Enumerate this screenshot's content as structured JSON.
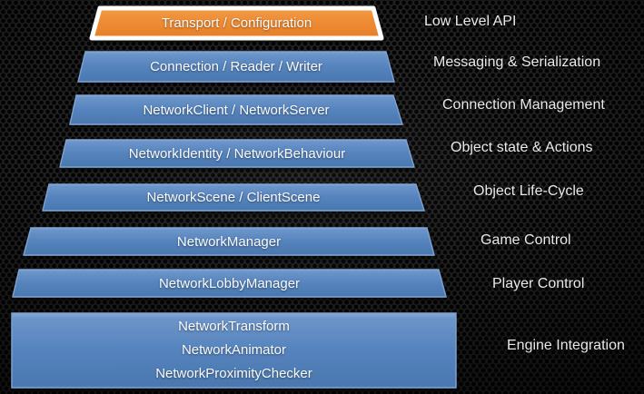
{
  "diagram": {
    "description": "Layered networking API stack pyramid",
    "layers": [
      {
        "id": "transport",
        "label": "Transport / Configuration",
        "annotation": "Low Level API",
        "accent": "orange"
      },
      {
        "id": "connection",
        "label": "Connection / Reader / Writer",
        "annotation": "Messaging & Serialization",
        "accent": "blue"
      },
      {
        "id": "client-server",
        "label": "NetworkClient / NetworkServer",
        "annotation": "Connection Management",
        "accent": "blue"
      },
      {
        "id": "identity-behaviour",
        "label": "NetworkIdentity / NetworkBehaviour",
        "annotation": "Object state & Actions",
        "accent": "blue"
      },
      {
        "id": "scene",
        "label": "NetworkScene / ClientScene",
        "annotation": "Object Life-Cycle",
        "accent": "blue"
      },
      {
        "id": "manager",
        "label": "NetworkManager",
        "annotation": "Game Control",
        "accent": "blue"
      },
      {
        "id": "lobby-manager",
        "label": "NetworkLobbyManager",
        "annotation": "Player Control",
        "accent": "blue"
      },
      {
        "id": "engine",
        "lines": [
          "NetworkTransform",
          "NetworkAnimator",
          "NetworkProximityChecker"
        ],
        "annotation": "Engine Integration",
        "accent": "blue"
      }
    ],
    "colors": {
      "orange": "#ED8A33",
      "blue": "#5583BD",
      "orange_border": "#FFFFFF",
      "blue_border": "#7EA3D3",
      "layer_text": "#FAFAFA",
      "annotation_text": "#E9E9E9",
      "background": "#1B1B1B"
    }
  }
}
